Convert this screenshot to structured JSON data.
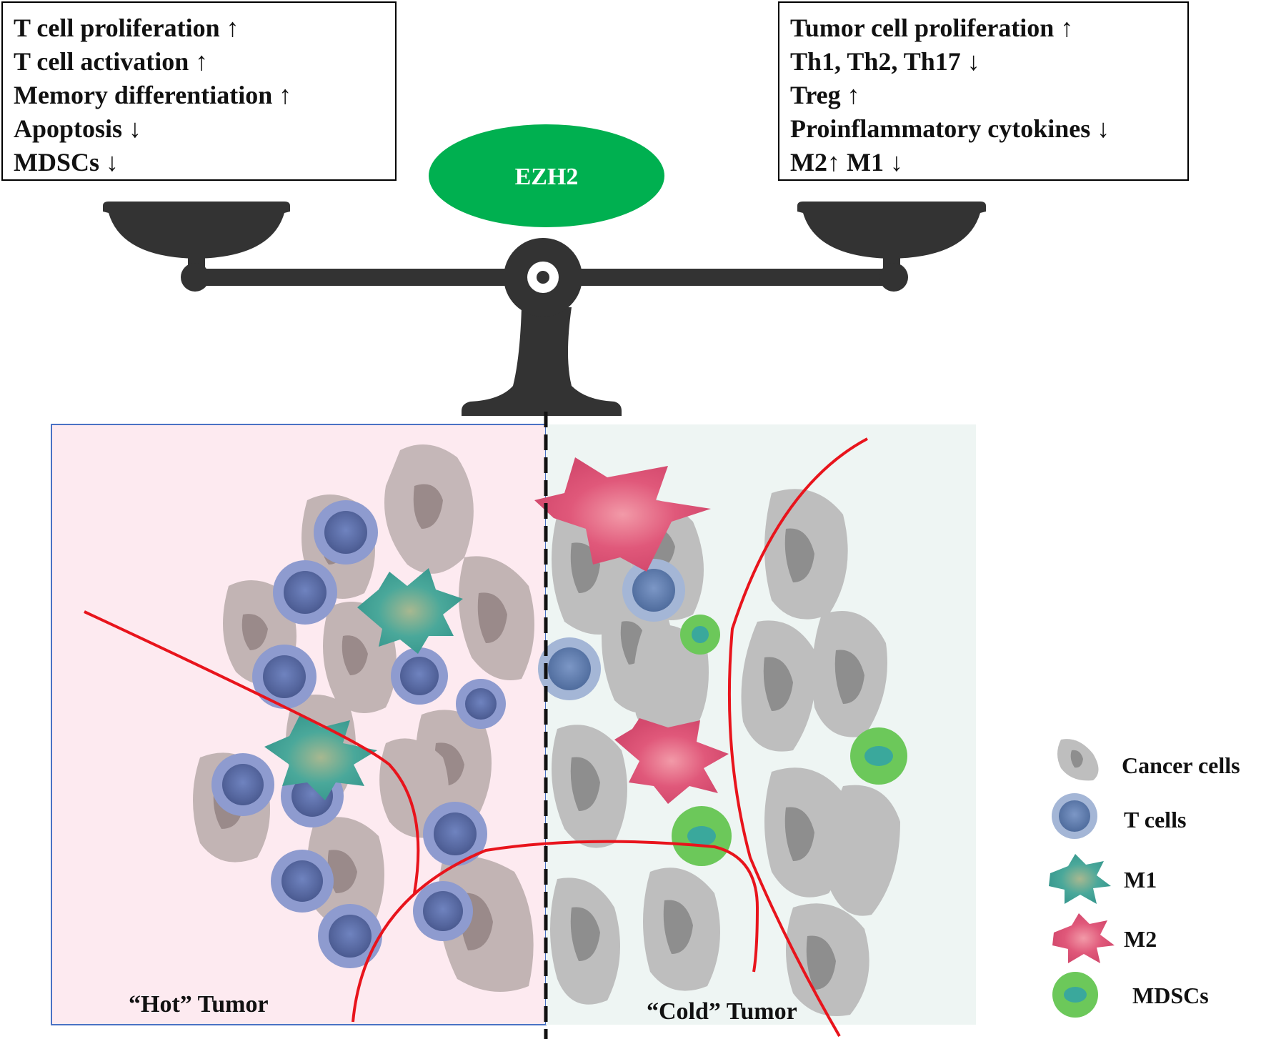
{
  "left_effects": [
    "T cell proliferation ↑",
    "T cell activation ↑",
    "Memory differentiation ↑",
    "Apoptosis ↓",
    "MDSCs ↓"
  ],
  "right_effects": [
    "Tumor cell proliferation ↑",
    "Th1, Th2, Th17 ↓",
    "Treg ↑",
    "Proinflammatory cytokines ↓",
    "M2↑ M1 ↓"
  ],
  "center_label": "EZH2",
  "hot_label": "“Hot” Tumor",
  "cold_label": "“Cold” Tumor",
  "legend": [
    {
      "label": "Cancer cells",
      "icon": "cancer-cell-icon"
    },
    {
      "label": "T cells",
      "icon": "t-cell-icon"
    },
    {
      "label": "M1",
      "icon": "m1-macrophage-icon"
    },
    {
      "label": "M2",
      "icon": "m2-macrophage-icon"
    },
    {
      "label": "MDSCs",
      "icon": "mdsc-icon"
    }
  ],
  "colors": {
    "ezh2": "#00b050",
    "scale": "#333333",
    "hot_bg": "#fdeaf0",
    "cold_bg": "#eef5f3",
    "boundary": "#e8141c",
    "cancer_hot": "#c2b4b4",
    "cancer_cold": "#bebebe",
    "t_cell": "#6e82b8",
    "m1": "#3aa89c",
    "m2": "#e0587a",
    "mdsc": "#6cc85a"
  }
}
